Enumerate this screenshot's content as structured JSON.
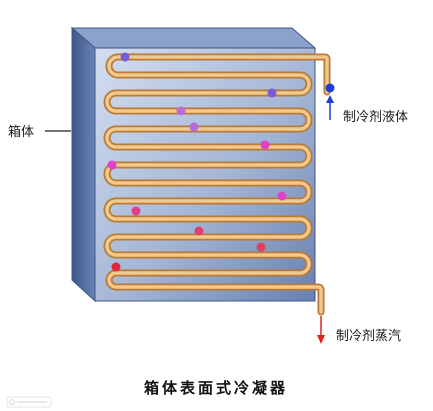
{
  "labels": {
    "box": "箱体",
    "refrigerant_in": "制冷剂液体",
    "refrigerant_out": "制冷剂蒸汽",
    "caption": "箱体表面式冷凝器"
  },
  "colors": {
    "box_front_light": "#c9d6ea",
    "box_front_dark": "#6e86b4",
    "box_side": "#4c6498",
    "box_top": "#7e97c4",
    "tube_outer": "#b87a35",
    "tube_inner": "#f1c98d",
    "arrow_in": "#1d3fd6",
    "arrow_out": "#e0221c"
  },
  "particles": [
    {
      "color": "#7a5bd6"
    },
    {
      "color": "#7a5bd6"
    },
    {
      "color": "#b86ad9"
    },
    {
      "color": "#b86ad9"
    },
    {
      "color": "#e040c8"
    },
    {
      "color": "#e040c8"
    },
    {
      "color": "#e040c8"
    },
    {
      "color": "#e0408a"
    },
    {
      "color": "#e04070"
    },
    {
      "color": "#e04060"
    },
    {
      "color": "#e0283a"
    }
  ]
}
